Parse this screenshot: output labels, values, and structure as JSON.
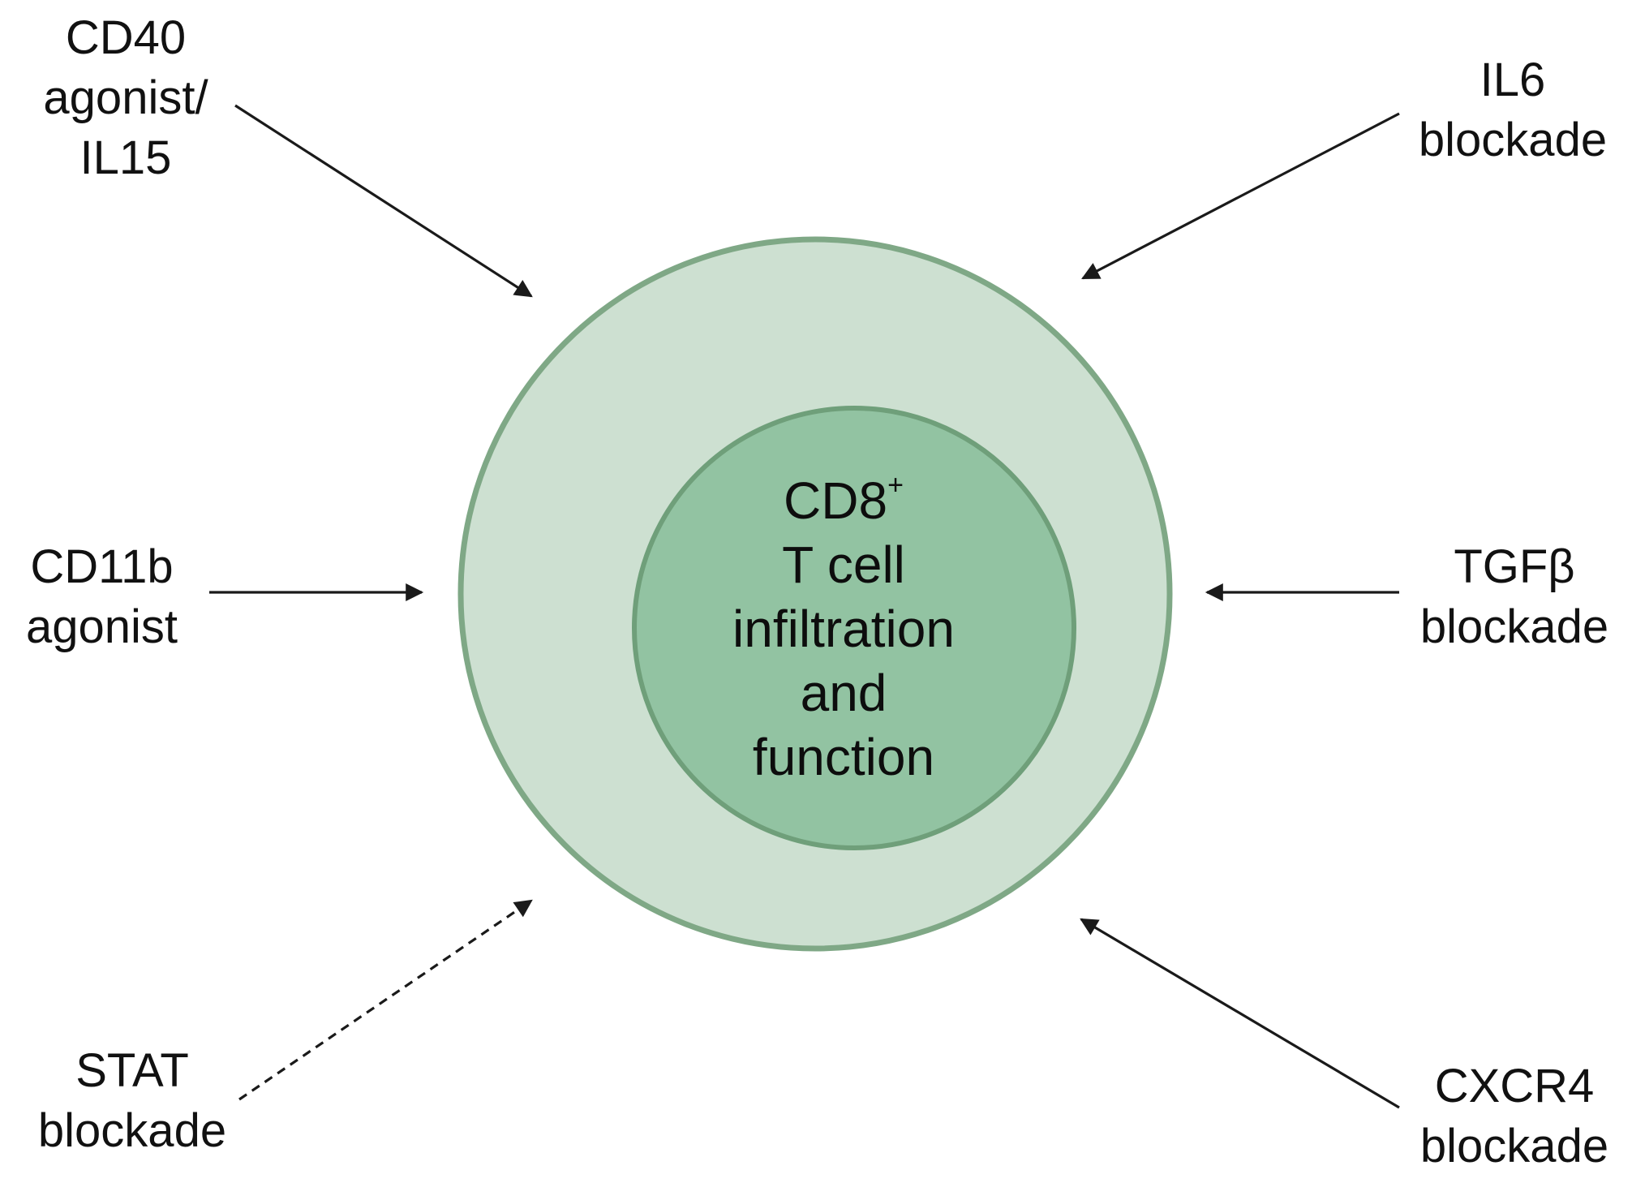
{
  "colors": {
    "outer_fill": "#cde0d1",
    "outer_stroke": "#7fa886",
    "inner_fill": "#92c3a2",
    "inner_stroke": "#6f9f7a",
    "arrow": "#1a1a1a"
  },
  "center": {
    "line1": "CD8",
    "line1_superscript": "+",
    "line2": "T cell",
    "line3": "infiltration",
    "line4": "and",
    "line5": "function"
  },
  "interventions": {
    "top_left": {
      "lines": [
        "CD40",
        "agonist/",
        "IL15"
      ],
      "arrow_style": "solid"
    },
    "top_right": {
      "lines": [
        "IL6",
        "blockade"
      ],
      "arrow_style": "solid"
    },
    "middle_left": {
      "lines": [
        "CD11b",
        "agonist"
      ],
      "arrow_style": "solid"
    },
    "middle_right": {
      "lines": [
        "TGFβ",
        "blockade"
      ],
      "arrow_style": "solid"
    },
    "bottom_left": {
      "lines": [
        "STAT",
        "blockade"
      ],
      "arrow_style": "dashed"
    },
    "bottom_right": {
      "lines": [
        "CXCR4",
        "blockade"
      ],
      "arrow_style": "solid"
    }
  }
}
